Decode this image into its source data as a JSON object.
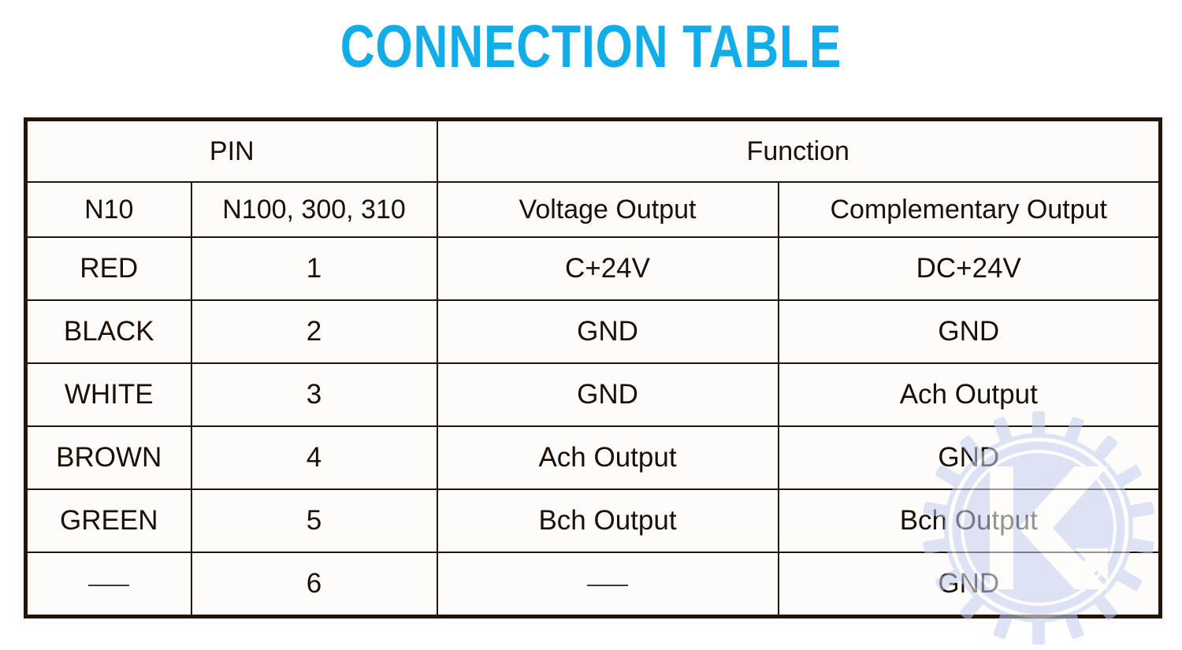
{
  "document": {
    "title": "CONNECTION TABLE",
    "accent_color": "#17ade9",
    "header_bg_color": "#b2e7fd",
    "border_color": "#231508",
    "text_color": "#1c1006"
  },
  "table": {
    "group_headers": [
      {
        "label": "PIN",
        "colspan": 2
      },
      {
        "label": "Function",
        "colspan": 2
      }
    ],
    "column_headers": [
      {
        "label": "N10",
        "style": "dark"
      },
      {
        "label": "N100, 300, 310",
        "style": "dark"
      },
      {
        "label": "Voltage Output",
        "style": "cyan"
      },
      {
        "label": "Complementary Output",
        "style": "cyan"
      }
    ],
    "rows": [
      {
        "n10": "RED",
        "n100": "1",
        "voltage": "C+24V",
        "complementary": "DC+24V"
      },
      {
        "n10": "BLACK",
        "n100": "2",
        "voltage": "GND",
        "complementary": "GND"
      },
      {
        "n10": "WHITE",
        "n100": "3",
        "voltage": "GND",
        "complementary": "Ach Output"
      },
      {
        "n10": "BROWN",
        "n100": "4",
        "voltage": "Ach Output",
        "complementary": "GND"
      },
      {
        "n10": "GREEN",
        "n100": "5",
        "voltage": "Bch Output",
        "complementary": "Bch Output"
      },
      {
        "n10": "",
        "n100": "6",
        "voltage": "",
        "complementary": "GND"
      }
    ]
  },
  "watermark": {
    "name": "gear-k-logo-watermark",
    "letter": "K",
    "color": "#c3cdf0"
  }
}
